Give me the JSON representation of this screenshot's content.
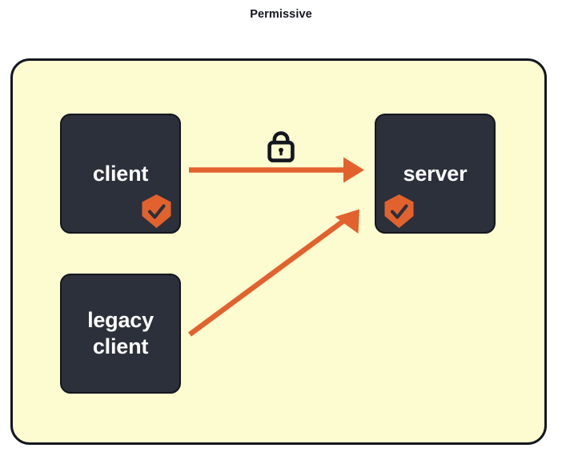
{
  "title": "Permissive",
  "colors": {
    "boundary_fill": "#FDFBD0",
    "boundary_stroke": "#14161F",
    "node_fill": "#2B303B",
    "node_stroke": "#14161F",
    "node_text": "#FFFFFF",
    "arrow": "#E2622E",
    "shield": "#E2622E",
    "shield_check": "#2B303B",
    "lock": "#14161F",
    "title_text": "#14161F"
  },
  "boundary": {
    "name": "permissive-mode-boundary"
  },
  "nodes": [
    {
      "id": "client",
      "label": "client",
      "badge": "shield-check-icon",
      "badge_position": "bottom-right"
    },
    {
      "id": "server",
      "label": "server",
      "badge": "shield-check-icon",
      "badge_position": "bottom-left"
    },
    {
      "id": "legacy-client",
      "label": "legacy\nclient",
      "badge": null,
      "badge_position": null
    }
  ],
  "connections": [
    {
      "id": "client-to-server",
      "from": "client",
      "to": "server",
      "secure": true,
      "badge": "lock-icon"
    },
    {
      "id": "legacy-client-to-server",
      "from": "legacy-client",
      "to": "server",
      "secure": false,
      "badge": null
    }
  ],
  "icons": {
    "lock": "lock-icon",
    "shield_check": "shield-check-icon",
    "arrowhead": "arrowhead-icon"
  }
}
